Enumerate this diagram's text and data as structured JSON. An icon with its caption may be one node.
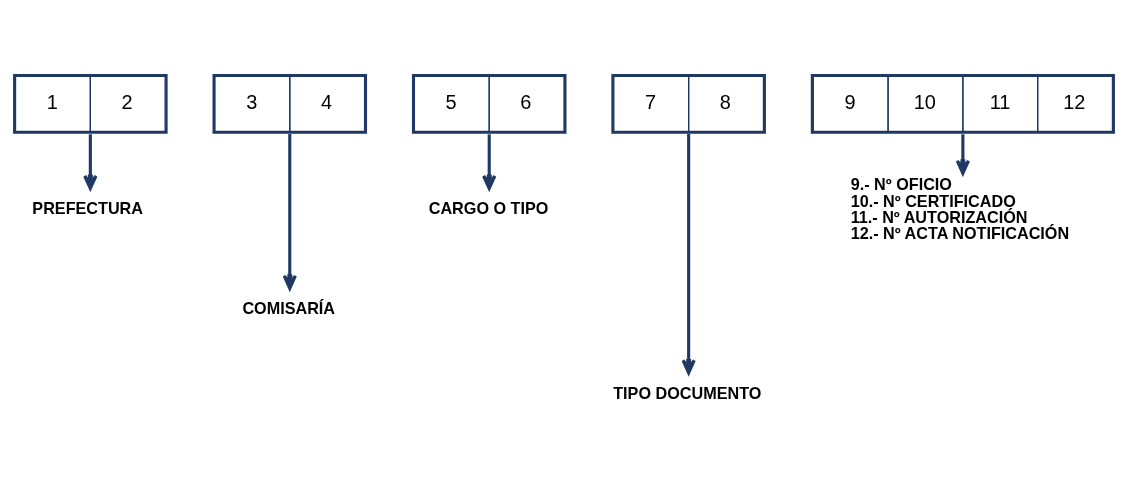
{
  "diagram": {
    "nodes": [
      {
        "text": [
          "1",
          "2"
        ]
      },
      {
        "text": [
          "3",
          "4"
        ]
      },
      {
        "text": [
          "5",
          "6"
        ]
      },
      {
        "text": [
          "7",
          "8"
        ]
      },
      {
        "text": [
          "9",
          "10",
          "11",
          "12"
        ]
      },
      {
        "text": [
          "PREFECTURA"
        ]
      },
      {
        "text": [
          "COMISARÍA"
        ]
      },
      {
        "text": [
          "CARGO O TIPO"
        ]
      },
      {
        "text": [
          "TIPO DOCUMENTO"
        ]
      },
      {
        "text": [
          "9.- Nº OFICIO",
          "10.- Nº CERTIFICADO",
          "11.- Nº AUTORIZACIÓN",
          "12.- Nº ACTA NOTIFICACIÓN"
        ]
      }
    ],
    "edges": [
      {
        "from": 0,
        "to": 5,
        "arrow": "to"
      },
      {
        "from": 1,
        "to": 6,
        "arrow": "to"
      },
      {
        "from": 2,
        "to": 7,
        "arrow": "to"
      },
      {
        "from": 3,
        "to": 8,
        "arrow": "to"
      },
      {
        "from": 4,
        "to": 9,
        "arrow": "to"
      }
    ]
  }
}
